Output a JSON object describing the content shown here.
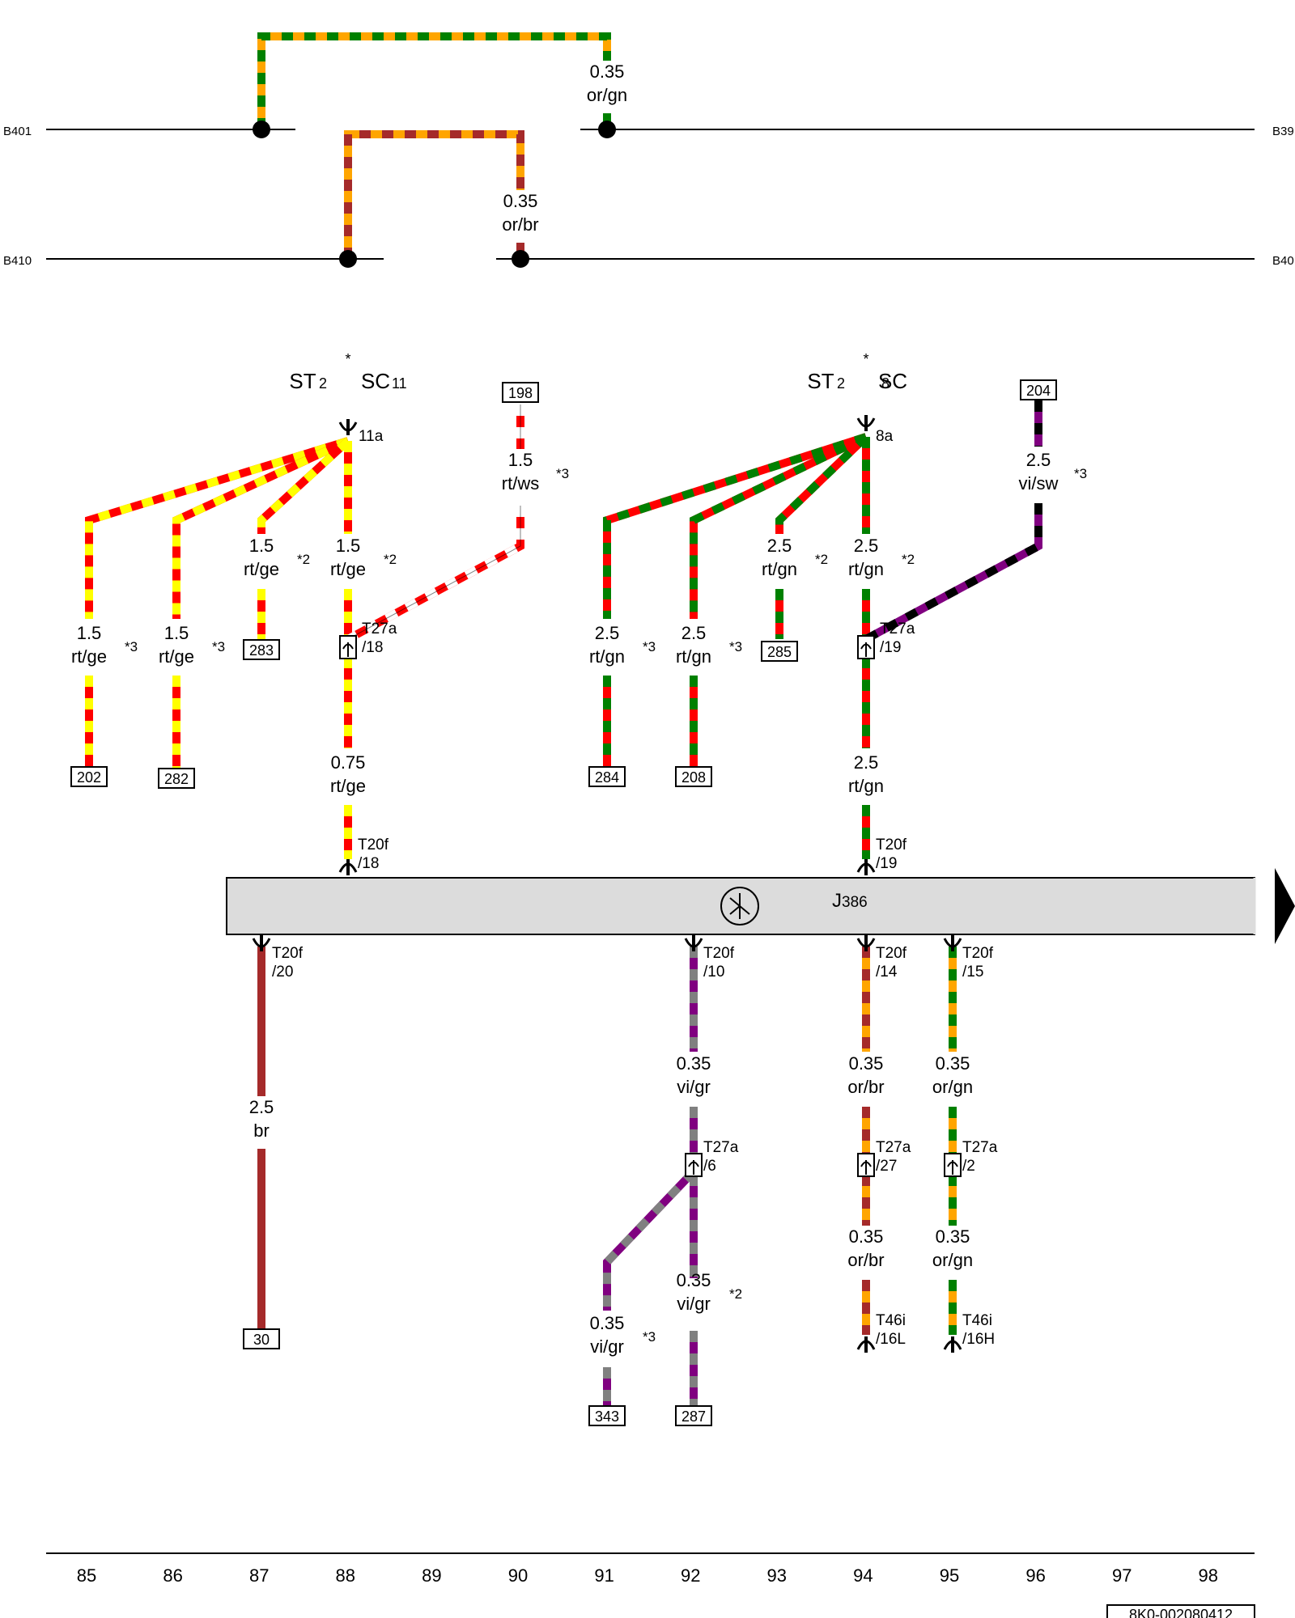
{
  "colors": {
    "red": "#ff0000",
    "yellow": "#ffff00",
    "green": "#008000",
    "orange": "#ffa500",
    "brown": "#a52a2a",
    "violet": "#800080",
    "grey": "#808080",
    "black": "#000000",
    "white": "#ffffff",
    "module_fill": "#dcdcdc"
  },
  "buses": {
    "b401": "B401",
    "b39x": "B39",
    "b410": "B410",
    "b40x": "B40"
  },
  "module": {
    "name": "J",
    "sub": "386"
  },
  "fuse_holders": {
    "left": {
      "st": "ST",
      "st_sub": "2",
      "sc": "SC",
      "sc_sub": "11",
      "star": "*",
      "pin": "11a"
    },
    "right": {
      "st": "ST",
      "st_sub": "2",
      "sc": "SC",
      "sc_sub": "8",
      "star": "*",
      "pin": "8a"
    }
  },
  "refs": {
    "r198": "198",
    "r204": "204",
    "r283": "283",
    "r285": "285",
    "r202": "202",
    "r282": "282",
    "r284": "284",
    "r208": "208",
    "r30": "30",
    "r343": "343",
    "r287": "287"
  },
  "wires": {
    "top_orgn": {
      "size": "0.35",
      "color": "or/gn"
    },
    "top_orbr": {
      "size": "0.35",
      "color": "or/br"
    },
    "w198": {
      "size": "1.5",
      "color": "rt/ws",
      "note": "*3"
    },
    "w204": {
      "size": "2.5",
      "color": "vi/sw",
      "note": "*3"
    },
    "w283": {
      "size": "1.5",
      "color": "rt/ge",
      "note": "*2"
    },
    "w88a": {
      "size": "1.5",
      "color": "rt/ge",
      "note": "*2"
    },
    "w285": {
      "size": "2.5",
      "color": "rt/gn",
      "note": "*2"
    },
    "w94a": {
      "size": "2.5",
      "color": "rt/gn",
      "note": "*2"
    },
    "w202": {
      "size": "1.5",
      "color": "rt/ge",
      "note": "*3"
    },
    "w282": {
      "size": "1.5",
      "color": "rt/ge",
      "note": "*3"
    },
    "w284": {
      "size": "2.5",
      "color": "rt/gn",
      "note": "*3"
    },
    "w208": {
      "size": "2.5",
      "color": "rt/gn",
      "note": "*3"
    },
    "w88b": {
      "size": "0.75",
      "color": "rt/ge"
    },
    "w94b": {
      "size": "2.5",
      "color": "rt/gn"
    },
    "w87": {
      "size": "2.5",
      "color": "br"
    },
    "w92a": {
      "size": "0.35",
      "color": "vi/gr"
    },
    "w94c": {
      "size": "0.35",
      "color": "or/br"
    },
    "w95c": {
      "size": "0.35",
      "color": "or/gn"
    },
    "w94d": {
      "size": "0.35",
      "color": "or/br"
    },
    "w95d": {
      "size": "0.35",
      "color": "or/gn"
    },
    "w92b": {
      "size": "0.35",
      "color": "vi/gr",
      "note": "*2"
    },
    "w91": {
      "size": "0.35",
      "color": "vi/gr",
      "note": "*3"
    }
  },
  "connectors": {
    "t27a_18": {
      "name": "T27a",
      "pin": "/18"
    },
    "t27a_19": {
      "name": "T27a",
      "pin": "/19"
    },
    "t20f_18": {
      "name": "T20f",
      "pin": "/18"
    },
    "t20f_19": {
      "name": "T20f",
      "pin": "/19"
    },
    "t20f_20": {
      "name": "T20f",
      "pin": "/20"
    },
    "t20f_10": {
      "name": "T20f",
      "pin": "/10"
    },
    "t20f_14": {
      "name": "T20f",
      "pin": "/14"
    },
    "t20f_15": {
      "name": "T20f",
      "pin": "/15"
    },
    "t27a_6": {
      "name": "T27a",
      "pin": "/6"
    },
    "t27a_27": {
      "name": "T27a",
      "pin": "/27"
    },
    "t27a_2": {
      "name": "T27a",
      "pin": "/2"
    },
    "t46i_16l": {
      "name": "T46i",
      "pin": "/16L"
    },
    "t46i_16h": {
      "name": "T46i",
      "pin": "/16H"
    }
  },
  "tracks": [
    "85",
    "86",
    "87",
    "88",
    "89",
    "90",
    "91",
    "92",
    "93",
    "94",
    "95",
    "96",
    "97",
    "98"
  ],
  "doc_number": "8K0-002080412"
}
